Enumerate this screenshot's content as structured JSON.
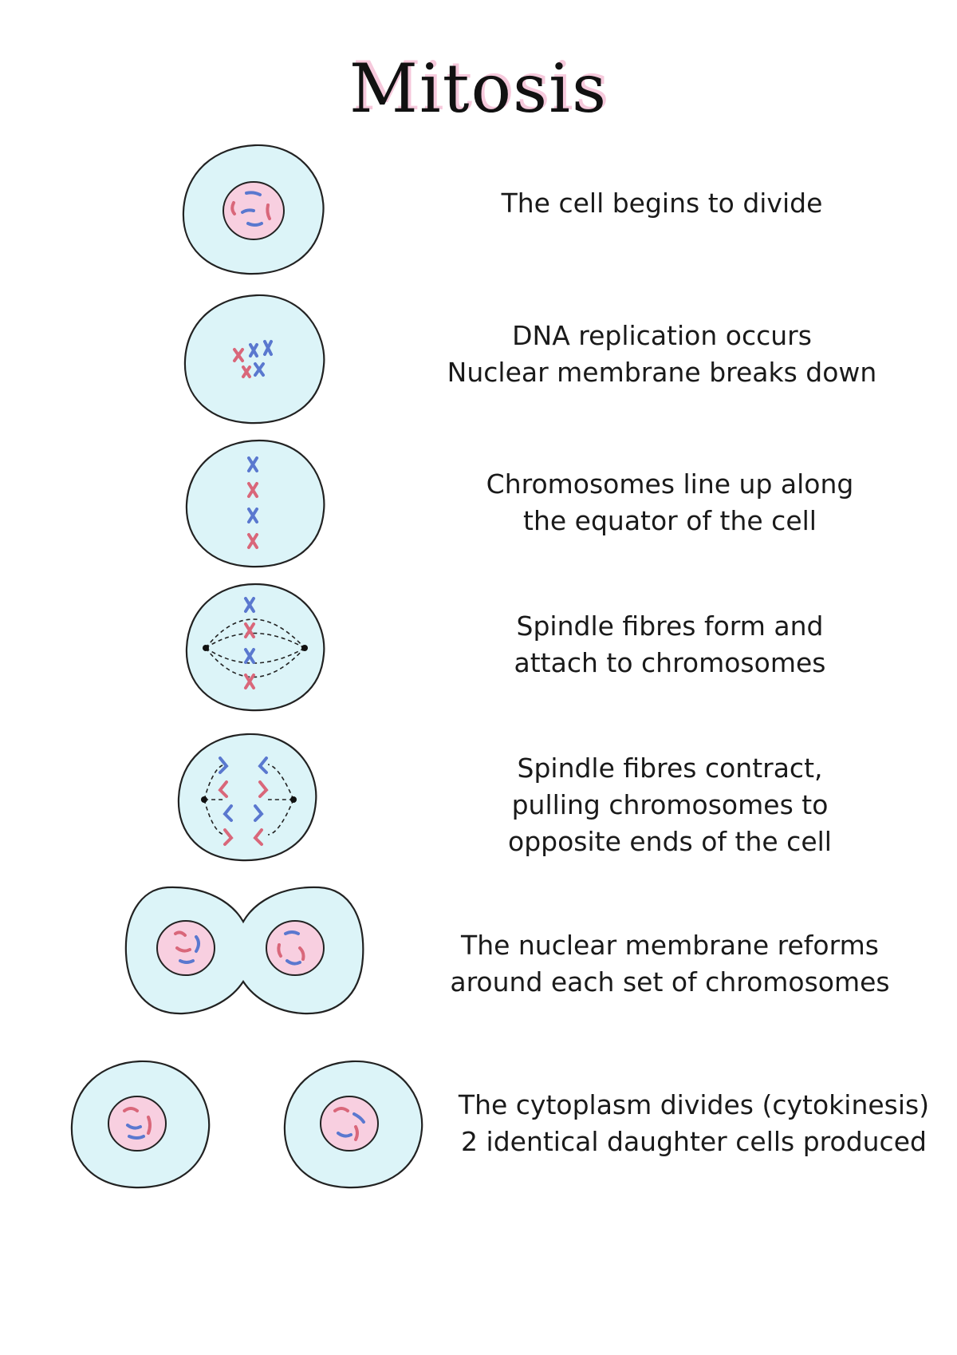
{
  "title": "Mitosis",
  "stages": [
    {
      "lines": [
        "The cell begins to divide"
      ]
    },
    {
      "lines": [
        "DNA replication occurs",
        "Nuclear membrane breaks down"
      ]
    },
    {
      "lines": [
        "Chromosomes line up along",
        "the equator of the cell"
      ]
    },
    {
      "lines": [
        "Spindle fibres form and",
        "attach to chromosomes"
      ]
    },
    {
      "lines": [
        "Spindle fibres contract,",
        "pulling chromosomes to",
        "opposite ends of the cell"
      ]
    },
    {
      "lines": [
        "The nuclear membrane reforms",
        "around each set of chromosomes"
      ]
    },
    {
      "lines": [
        "The cytoplasm divides (cytokinesis)",
        "2 identical daughter cells produced"
      ]
    }
  ],
  "colors": {
    "cytoplasm": "#dcf4f8",
    "nucleus": "#f8cfe0",
    "chromosome_blue": "#5a78cf",
    "chromosome_red": "#d9677a",
    "title_highlight": "#f6c9dc"
  }
}
